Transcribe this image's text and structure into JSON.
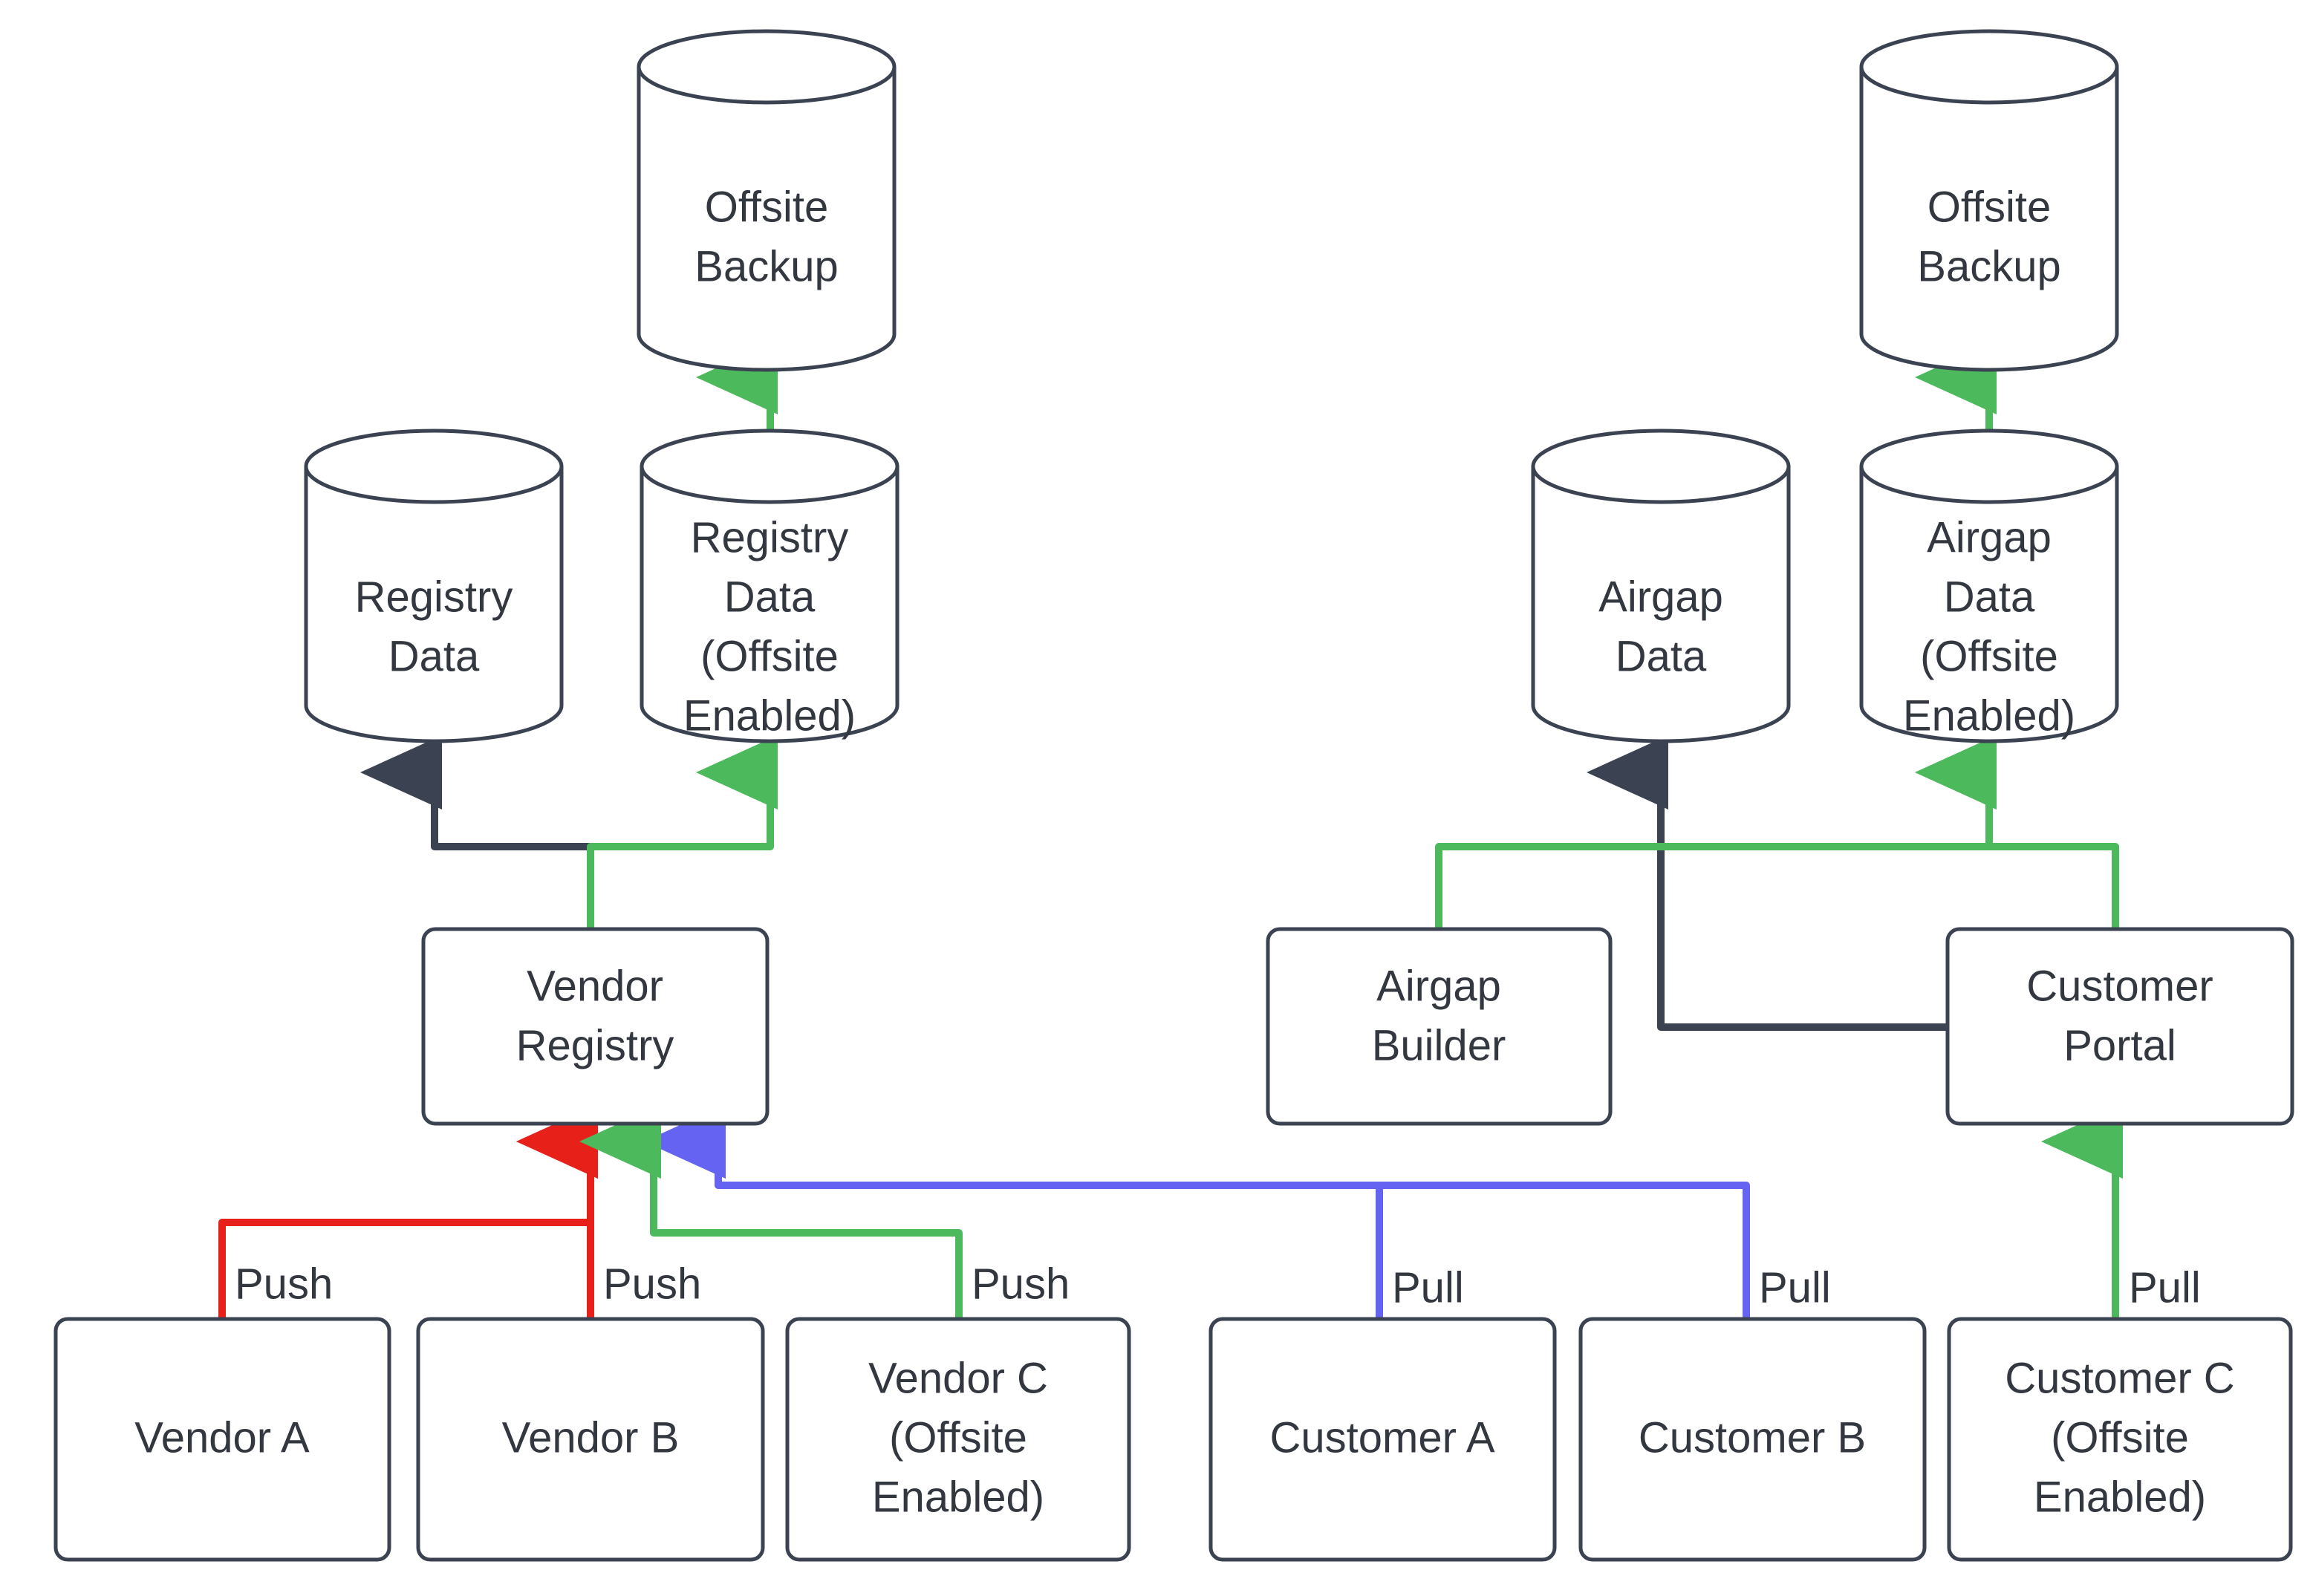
{
  "diagram": {
    "type": "flowchart",
    "background_color": "#ffffff",
    "node_stroke_color": "#3b4252",
    "text_color": "#33373f",
    "edge_colors": {
      "dark": "#3b4252",
      "green": "#4cba5c",
      "red": "#e8201a",
      "blue": "#6563f2"
    },
    "nodes": [
      {
        "id": "offsite-backup-left",
        "shape": "cylinder",
        "lines": [
          "Offsite",
          "Backup"
        ]
      },
      {
        "id": "registry-data",
        "shape": "cylinder",
        "lines": [
          "Registry",
          "Data"
        ]
      },
      {
        "id": "registry-data-offsite",
        "shape": "cylinder",
        "lines": [
          "Registry",
          "Data",
          "(Offsite",
          "Enabled)"
        ]
      },
      {
        "id": "vendor-registry",
        "shape": "box",
        "lines": [
          "Vendor",
          "Registry"
        ]
      },
      {
        "id": "vendor-a",
        "shape": "box",
        "lines": [
          "Vendor A"
        ]
      },
      {
        "id": "vendor-b",
        "shape": "box",
        "lines": [
          "Vendor B"
        ]
      },
      {
        "id": "vendor-c",
        "shape": "box",
        "lines": [
          "Vendor C",
          "(Offsite",
          "Enabled)"
        ]
      },
      {
        "id": "offsite-backup-right",
        "shape": "cylinder",
        "lines": [
          "Offsite",
          "Backup"
        ]
      },
      {
        "id": "airgap-data",
        "shape": "cylinder",
        "lines": [
          "Airgap",
          "Data"
        ]
      },
      {
        "id": "airgap-data-offsite",
        "shape": "cylinder",
        "lines": [
          "Airgap",
          "Data",
          "(Offsite",
          "Enabled)"
        ]
      },
      {
        "id": "airgap-builder",
        "shape": "box",
        "lines": [
          "Airgap",
          "Builder"
        ]
      },
      {
        "id": "customer-portal",
        "shape": "box",
        "lines": [
          "Customer",
          "Portal"
        ]
      },
      {
        "id": "customer-a",
        "shape": "box",
        "lines": [
          "Customer A"
        ]
      },
      {
        "id": "customer-b",
        "shape": "box",
        "lines": [
          "Customer B"
        ]
      },
      {
        "id": "customer-c",
        "shape": "box",
        "lines": [
          "Customer C",
          "(Offsite",
          "Enabled)"
        ]
      }
    ],
    "edge_labels": [
      {
        "id": "push-vendor-a",
        "text": "Push"
      },
      {
        "id": "push-vendor-b",
        "text": "Push"
      },
      {
        "id": "push-vendor-c",
        "text": "Push"
      },
      {
        "id": "pull-customer-a",
        "text": "Pull"
      },
      {
        "id": "pull-customer-b",
        "text": "Pull"
      },
      {
        "id": "pull-customer-c",
        "text": "Pull"
      }
    ],
    "edges": [
      {
        "from": "registry-data-offsite",
        "to": "offsite-backup-left",
        "color": "green"
      },
      {
        "from": "vendor-registry",
        "to": "registry-data",
        "color": "dark"
      },
      {
        "from": "vendor-registry",
        "to": "registry-data-offsite",
        "color": "green"
      },
      {
        "from": "vendor-a",
        "to": "vendor-registry",
        "color": "red",
        "label": "Push"
      },
      {
        "from": "vendor-b",
        "to": "vendor-registry",
        "color": "red",
        "label": "Push"
      },
      {
        "from": "vendor-c",
        "to": "vendor-registry",
        "color": "green",
        "label": "Push"
      },
      {
        "from": "airgap-data-offsite",
        "to": "offsite-backup-right",
        "color": "green"
      },
      {
        "from": "customer-portal",
        "to": "airgap-data",
        "color": "dark"
      },
      {
        "from": "airgap-builder",
        "to": "airgap-data-offsite",
        "color": "green"
      },
      {
        "from": "customer-portal",
        "to": "airgap-data-offsite",
        "color": "green"
      },
      {
        "from": "customer-a",
        "to": "vendor-registry",
        "color": "blue",
        "label": "Pull"
      },
      {
        "from": "customer-b",
        "to": "vendor-registry",
        "color": "blue",
        "label": "Pull"
      },
      {
        "from": "customer-c",
        "to": "customer-portal",
        "color": "green",
        "label": "Pull"
      }
    ]
  },
  "labels": {
    "offsite_backup_l1": "Offsite",
    "offsite_backup_l2": "Backup",
    "registry_data_l1": "Registry",
    "registry_data_l2": "Data",
    "registry_offsite_l1": "Registry",
    "registry_offsite_l2": "Data",
    "registry_offsite_l3": "(Offsite",
    "registry_offsite_l4": "Enabled)",
    "vendor_registry_l1": "Vendor",
    "vendor_registry_l2": "Registry",
    "vendor_a": "Vendor A",
    "vendor_b": "Vendor B",
    "vendor_c_l1": "Vendor C",
    "vendor_c_l2": "(Offsite",
    "vendor_c_l3": "Enabled)",
    "offsite_backup_r1": "Offsite",
    "offsite_backup_r2": "Backup",
    "airgap_data_l1": "Airgap",
    "airgap_data_l2": "Data",
    "airgap_offsite_l1": "Airgap",
    "airgap_offsite_l2": "Data",
    "airgap_offsite_l3": "(Offsite",
    "airgap_offsite_l4": "Enabled)",
    "airgap_builder_l1": "Airgap",
    "airgap_builder_l2": "Builder",
    "customer_portal_l1": "Customer",
    "customer_portal_l2": "Portal",
    "customer_a": "Customer A",
    "customer_b": "Customer B",
    "customer_c_l1": "Customer C",
    "customer_c_l2": "(Offsite",
    "customer_c_l3": "Enabled)",
    "push_a": "Push",
    "push_b": "Push",
    "push_c": "Push",
    "pull_a": "Pull",
    "pull_b": "Pull",
    "pull_c": "Pull"
  }
}
